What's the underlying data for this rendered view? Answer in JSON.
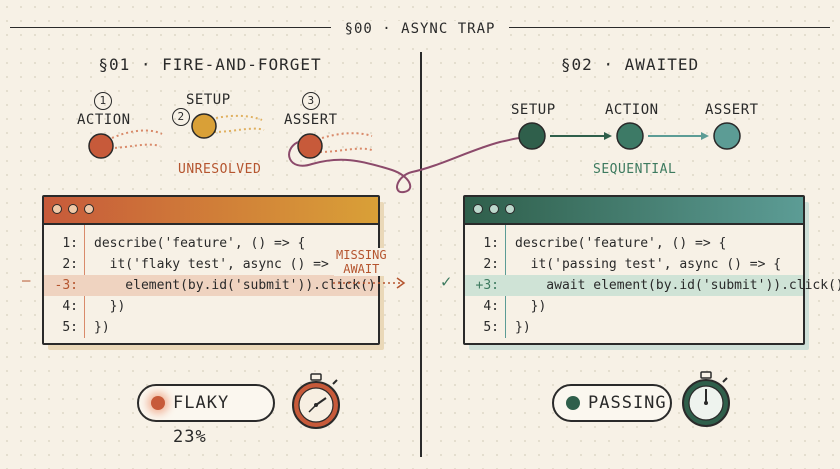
{
  "header": {
    "title": "§00 · ASYNC TRAP"
  },
  "left": {
    "section_title": "§01 · FIRE-AND-FORGET",
    "steps": [
      {
        "num": "1",
        "label": "ACTION"
      },
      {
        "num": "2",
        "label": "SETUP"
      },
      {
        "num": "3",
        "label": "ASSERT"
      }
    ],
    "state_label": "UNRESOLVED",
    "code": {
      "lines": [
        {
          "num": "1:",
          "text": "describe('feature', () => {"
        },
        {
          "num": "2:",
          "text": "  it('flaky test', async () => {"
        },
        {
          "num": "-3:",
          "text": "    element(by.id('submit')).click()"
        },
        {
          "num": "4:",
          "text": "  })"
        },
        {
          "num": "5:",
          "text": "})"
        }
      ],
      "annotation_line1": "MISSING",
      "annotation_line2": "AWAIT",
      "marker": "–"
    },
    "status": {
      "label": "FLAKY 23%"
    }
  },
  "right": {
    "section_title": "§02 · AWAITED",
    "steps": [
      {
        "label": "SETUP"
      },
      {
        "label": "ACTION"
      },
      {
        "label": "ASSERT"
      }
    ],
    "state_label": "SEQUENTIAL",
    "code": {
      "lines": [
        {
          "num": "1:",
          "text": "describe('feature', () => {"
        },
        {
          "num": "2:",
          "text": "  it('passing test', async () => {"
        },
        {
          "num": "+3:",
          "text": "    await element(by.id('submit')).click()"
        },
        {
          "num": "4:",
          "text": "  })"
        },
        {
          "num": "5:",
          "text": "})"
        }
      ],
      "marker": "✓"
    },
    "status": {
      "label": "PASSING"
    }
  },
  "colors": {
    "red": "#c75a3a",
    "amber": "#d9a037",
    "green_dark": "#2f5f4b",
    "teal": "#5c9c95",
    "fail_text": "#b5552f",
    "pass_text": "#3d7a5f",
    "purple_thread": "#8c4a6b"
  },
  "icons": [
    "stopwatch-icon",
    "check-icon"
  ]
}
